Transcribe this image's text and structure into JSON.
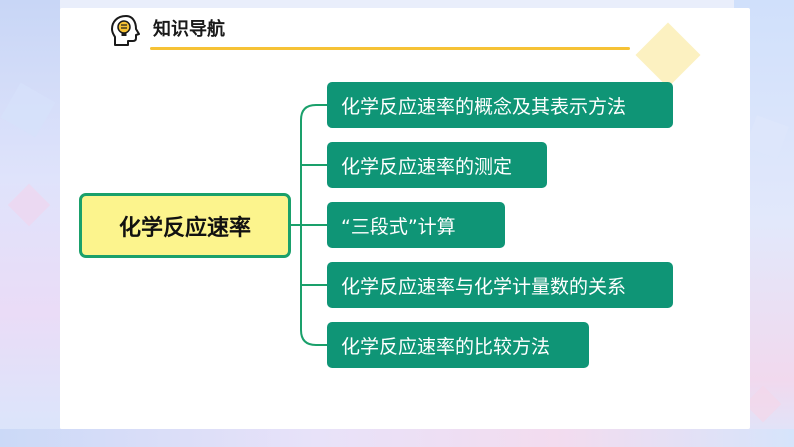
{
  "header": {
    "title": "知识导航",
    "icon": "head-lightbulb-icon",
    "accent_color": "#f6c235"
  },
  "mindmap": {
    "root": {
      "label": "化学反应速率"
    },
    "branches": [
      {
        "label": "化学反应速率的概念及其表示方法"
      },
      {
        "label": "化学反应速率的测定"
      },
      {
        "label": "“三段式”计算"
      },
      {
        "label": "化学反应速率与化学计量数的关系"
      },
      {
        "label": "化学反应速率的比较方法"
      }
    ],
    "colors": {
      "branch_fill": "#0f9576",
      "root_fill": "#fcf48d",
      "root_border": "#1aa06b",
      "connector": "#1aa06b"
    }
  }
}
